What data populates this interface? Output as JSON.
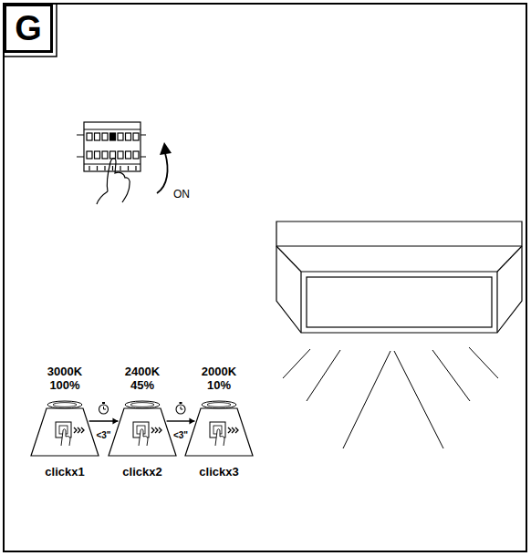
{
  "diagram": {
    "nodes": [
      {
        "text": [
          "G"
        ]
      },
      {
        "text": [
          "3000K 100%",
          "clickx1"
        ]
      },
      {
        "text": [
          "2400K 45%",
          "clickx2"
        ]
      },
      {
        "text": [
          "2000K 10%",
          "clickx3"
        ]
      }
    ],
    "edges": [
      {
        "from": 1,
        "to": 2,
        "arrow": "to",
        "label": "<3\""
      },
      {
        "from": 2,
        "to": 3,
        "arrow": "to",
        "label": "<3\""
      }
    ],
    "labels": [
      "ON"
    ]
  }
}
